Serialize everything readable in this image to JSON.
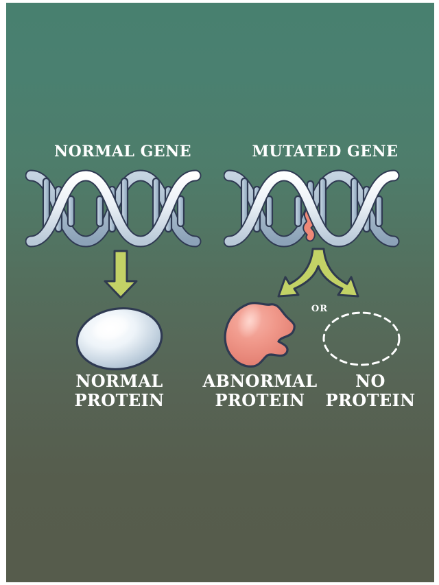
{
  "diagram": {
    "title_normal_gene": "NORMAL GENE",
    "title_mutated_gene": "MUTATED GENE",
    "label_normal_protein": "NORMAL\nPROTEIN",
    "label_abnormal_protein": "ABNORMAL\nPROTEIN",
    "label_no_protein": "NO\nPROTEIN",
    "label_or": "OR",
    "colors": {
      "background_top": "#48806f",
      "background_bottom": "#565c4c",
      "text": "#ffffff",
      "arrow_fill": "#c3d266",
      "arrow_stroke": "#2f3a4e",
      "dna_light": "#e8eef4",
      "dna_mid": "#b6c6d4",
      "dna_dark": "#8fa4b8",
      "dna_stroke": "#2f3a52",
      "mutation": "#ef8877",
      "protein_normal_fill": "#c9d8e6",
      "protein_normal_highlight": "#ffffff",
      "protein_abnormal_fill": "#ef8d80",
      "protein_abnormal_highlight": "#f9bcb3",
      "no_protein_outline": "#ffffff"
    },
    "elements": {
      "normal_gene_dna": "dna-double-helix-icon",
      "mutated_gene_dna": "dna-double-helix-mutated-icon",
      "mutation_marker": "mutation-squiggle-icon",
      "straight_arrow": "down-arrow-icon",
      "forked_arrow": "forked-down-arrow-icon",
      "normal_protein_shape": "ellipse-protein-icon",
      "abnormal_protein_shape": "blob-protein-icon",
      "no_protein_shape": "dashed-ellipse-icon"
    }
  }
}
